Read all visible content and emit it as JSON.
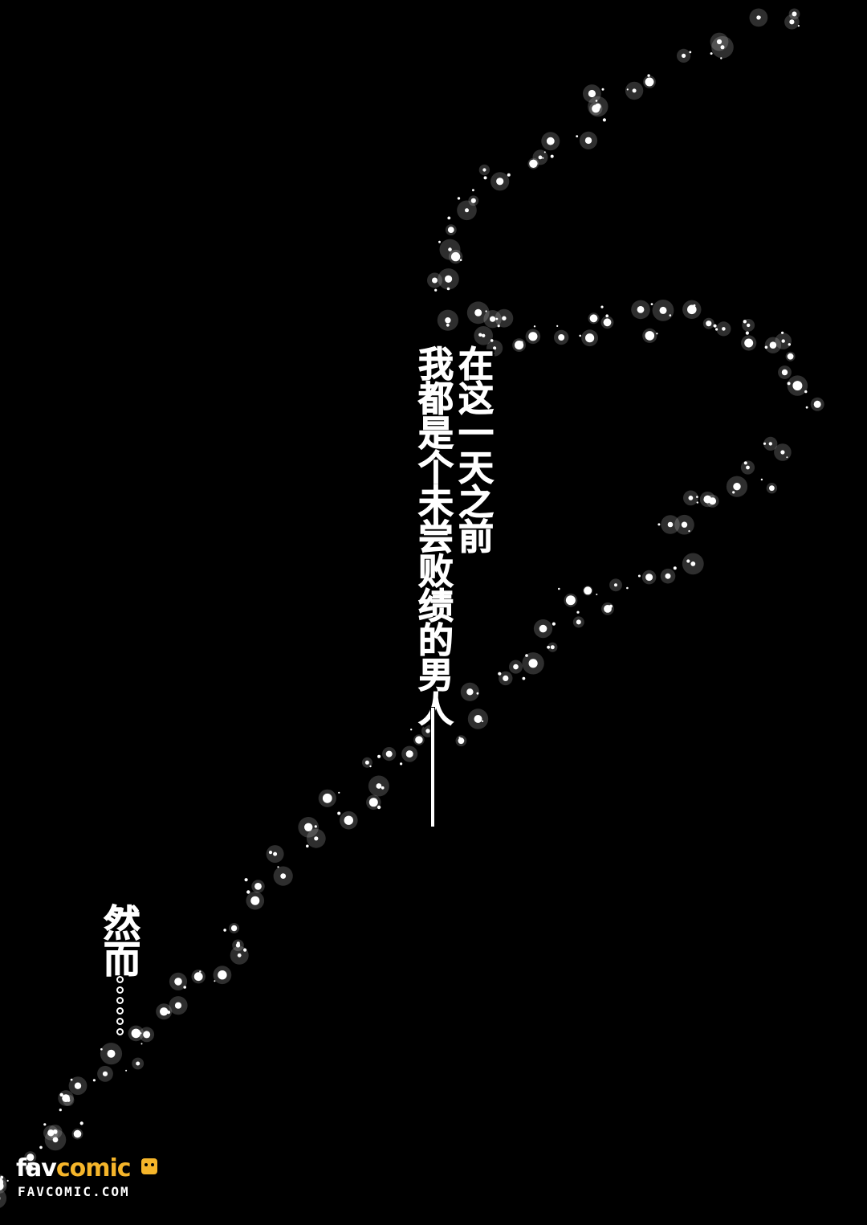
{
  "page": {
    "background": "#000000",
    "text_color": "#ffffff"
  },
  "caption": {
    "line1": "在这一天之前",
    "line2": "我都是个未尝败绩的男人",
    "line3": "然而"
  },
  "watermark": {
    "logo_fav": "fav",
    "logo_comic": "comic",
    "url": "FAVCOMIC.COM",
    "accent": "#f5b52a",
    "icon": "cat-face-icon"
  }
}
